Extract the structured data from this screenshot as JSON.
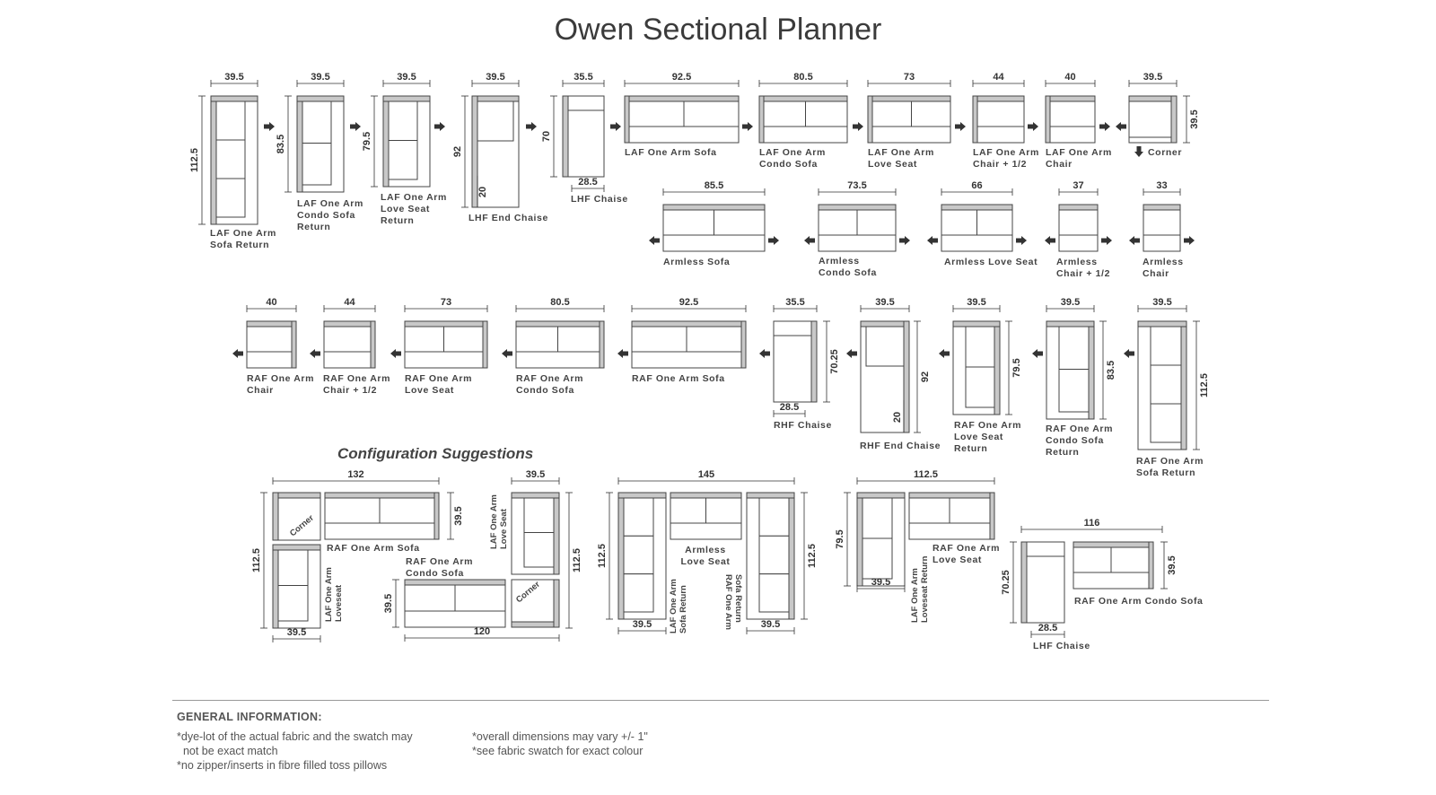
{
  "title": "Owen Sectional Planner",
  "pieces": [
    {
      "w": "39.5",
      "h": "112.5",
      "label": [
        "LAF One Arm",
        "Sofa Return"
      ]
    },
    {
      "w": "39.5",
      "h": "83.5",
      "label": [
        "LAF One Arm",
        "Condo Sofa",
        "Return"
      ]
    },
    {
      "w": "39.5",
      "h": "79.5",
      "label": [
        "LAF One Arm",
        "Love Seat",
        "Return"
      ]
    },
    {
      "w": "39.5",
      "h": "92",
      "d": "20",
      "label": [
        "LHF End Chaise"
      ]
    },
    {
      "w": "35.5",
      "h": "70",
      "d": "28.5",
      "label": [
        "LHF Chaise"
      ]
    },
    {
      "w": "92.5",
      "label": [
        "LAF One Arm Sofa"
      ]
    },
    {
      "w": "80.5",
      "label": [
        "LAF One Arm",
        "Condo Sofa"
      ]
    },
    {
      "w": "73",
      "label": [
        "LAF One Arm",
        "Love Seat"
      ]
    },
    {
      "w": "44",
      "label": [
        "LAF One Arm",
        "Chair + 1/2"
      ]
    },
    {
      "w": "40",
      "label": [
        "LAF One Arm",
        "Chair"
      ]
    },
    {
      "w": "39.5",
      "h": "39.5",
      "label": [
        "Corner"
      ]
    },
    {
      "w": "85.5",
      "label": [
        "Armless Sofa"
      ]
    },
    {
      "w": "73.5",
      "label": [
        "Armless",
        "Condo Sofa"
      ]
    },
    {
      "w": "66",
      "label": [
        "Armless Love Seat"
      ]
    },
    {
      "w": "37",
      "label": [
        "Armless",
        "Chair + 1/2"
      ]
    },
    {
      "w": "33",
      "label": [
        "Armless",
        "Chair"
      ]
    },
    {
      "w": "40",
      "label": [
        "RAF One Arm",
        "Chair"
      ]
    },
    {
      "w": "44",
      "label": [
        "RAF One Arm",
        "Chair + 1/2"
      ]
    },
    {
      "w": "73",
      "label": [
        "RAF One Arm",
        "Love Seat"
      ]
    },
    {
      "w": "80.5",
      "label": [
        "RAF One Arm",
        "Condo Sofa"
      ]
    },
    {
      "w": "92.5",
      "label": [
        "RAF One Arm Sofa"
      ]
    },
    {
      "w": "35.5",
      "h": "70.25",
      "d": "28.5",
      "label": [
        "RHF Chaise"
      ]
    },
    {
      "w": "39.5",
      "h": "92",
      "d": "20",
      "label": [
        "RHF End Chaise"
      ]
    },
    {
      "w": "39.5",
      "h": "79.5",
      "label": [
        "RAF One Arm",
        "Love Seat",
        "Return"
      ]
    },
    {
      "w": "39.5",
      "h": "83.5",
      "label": [
        "RAF One Arm",
        "Condo Sofa",
        "Return"
      ]
    },
    {
      "w": "39.5",
      "h": "112.5",
      "label": [
        "RAF One Arm",
        "Sofa Return"
      ]
    }
  ],
  "config_heading": "Configuration Suggestions",
  "configs": {
    "c1": {
      "width": "132",
      "height": "112.5",
      "depth": "39.5",
      "base": "39.5",
      "corner": "Corner",
      "sofa": "RAF One Arm Sofa",
      "loveseat": [
        "LAF One Arm",
        "Loveseat"
      ]
    },
    "c2": {
      "width": "39.5",
      "height": "112.5",
      "bottom": "120",
      "depth": "39.5",
      "corner": "Corner",
      "loveseat": [
        "LAF One Arm",
        "Love Seat"
      ],
      "condo": [
        "RAF One Arm",
        "Condo Sofa"
      ]
    },
    "c3": {
      "width": "145",
      "height_left": "112.5",
      "height_right": "112.5",
      "base_left": "39.5",
      "base_right": "39.5",
      "armless": [
        "Armless",
        "Love Seat"
      ],
      "laf": [
        "LAF One Arm",
        "Sofa Return"
      ],
      "raf": [
        "RAF One Arm",
        "Sofa Return"
      ]
    },
    "c4": {
      "width": "112.5",
      "height": "79.5",
      "base": "39.5",
      "loveseat": [
        "RAF One Arm",
        "Love Seat"
      ],
      "laf": [
        "LAF One Arm",
        "Loveseat Return"
      ]
    },
    "c5": {
      "width": "116",
      "height": "70.25",
      "depth": "39.5",
      "chaise_w": "28.5",
      "chaise": "LHF Chaise",
      "sofa": "RAF One Arm Condo Sofa"
    }
  },
  "footer": {
    "heading": "GENERAL INFORMATION:",
    "notes_left": [
      "*dye-lot of the actual fabric and the swatch may",
      "  not be exact match",
      "*no zipper/inserts in fibre filled toss pillows"
    ],
    "notes_right": [
      "*overall dimensions may vary +/- 1\"",
      "*see fabric swatch for exact colour"
    ]
  }
}
